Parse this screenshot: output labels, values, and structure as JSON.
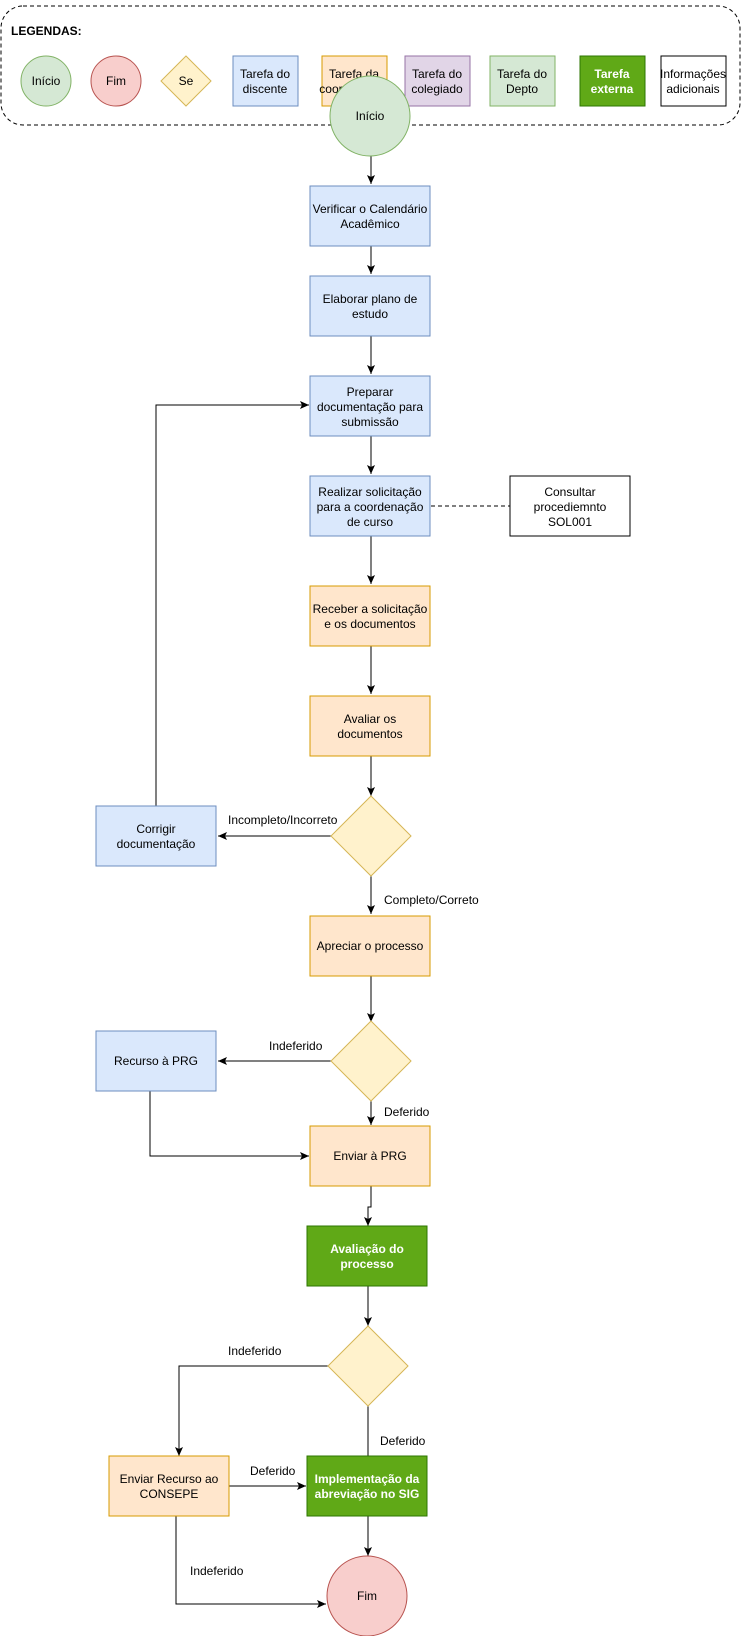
{
  "colors": {
    "discente_fill": "#dae8fc",
    "discente_stroke": "#6c8ebf",
    "coord_fill": "#ffe6cc",
    "coord_stroke": "#d79b00",
    "colegiado_fill": "#e1d5e7",
    "colegiado_stroke": "#9673a6",
    "depto_fill": "#d5e8d4",
    "depto_stroke": "#82b366",
    "externa_fill": "#60a917",
    "externa_stroke": "#2d7600",
    "inicio_fill": "#d5e8d4",
    "inicio_stroke": "#82b366",
    "fim_fill": "#f8cecc",
    "fim_stroke": "#b85450",
    "decision_fill": "#fff2cc",
    "decision_stroke": "#d6b656"
  },
  "legend": {
    "title": "LEGENDAS:",
    "inicio": "Início",
    "fim": "Fim",
    "se": "Se",
    "discente": [
      "Tarefa do",
      "discente"
    ],
    "coordenacao": [
      "Tarefa da",
      "coordenação"
    ],
    "colegiado": [
      "Tarefa do",
      "colegiado"
    ],
    "depto": [
      "Tarefa do",
      "Depto"
    ],
    "externa": [
      "Tarefa",
      "externa"
    ],
    "info": [
      "Informações",
      "adicionais"
    ]
  },
  "nodes": {
    "start": "Início",
    "verificar": [
      "Verificar o Calendário",
      "Acadêmico"
    ],
    "elaborar": [
      "Elaborar plano de",
      "estudo"
    ],
    "preparar": [
      "Preparar",
      "documentação para",
      "submissão"
    ],
    "realizar": [
      "Realizar solicitação",
      "para a coordenação",
      "de curso"
    ],
    "consultar": [
      "Consultar",
      "procediemnto",
      "SOL001"
    ],
    "receber": [
      "Receber a solicitação",
      "e os documentos"
    ],
    "avaliar": [
      "Avaliar os",
      "documentos"
    ],
    "corrigir": [
      "Corrigir",
      "documentação"
    ],
    "apreciar": "Apreciar o processo",
    "recurso_prg": "Recurso à PRG",
    "enviar_prg": "Enviar à PRG",
    "avaliacao": [
      "Avaliação do",
      "processo"
    ],
    "enviar_consepe": [
      "Enviar Recurso ao",
      "CONSEPE"
    ],
    "implementacao": [
      "Implementação da",
      "abreviação no SIG"
    ],
    "end": "Fim"
  },
  "edge_labels": {
    "incompleto": "Incompleto/Incorreto",
    "completo": "Completo/Correto",
    "indeferido1": "Indeferido",
    "deferido1": "Deferido",
    "indeferido2": "Indeferido",
    "deferido2": "Deferido",
    "deferido3": "Deferido",
    "indeferido3": "Indeferido"
  }
}
